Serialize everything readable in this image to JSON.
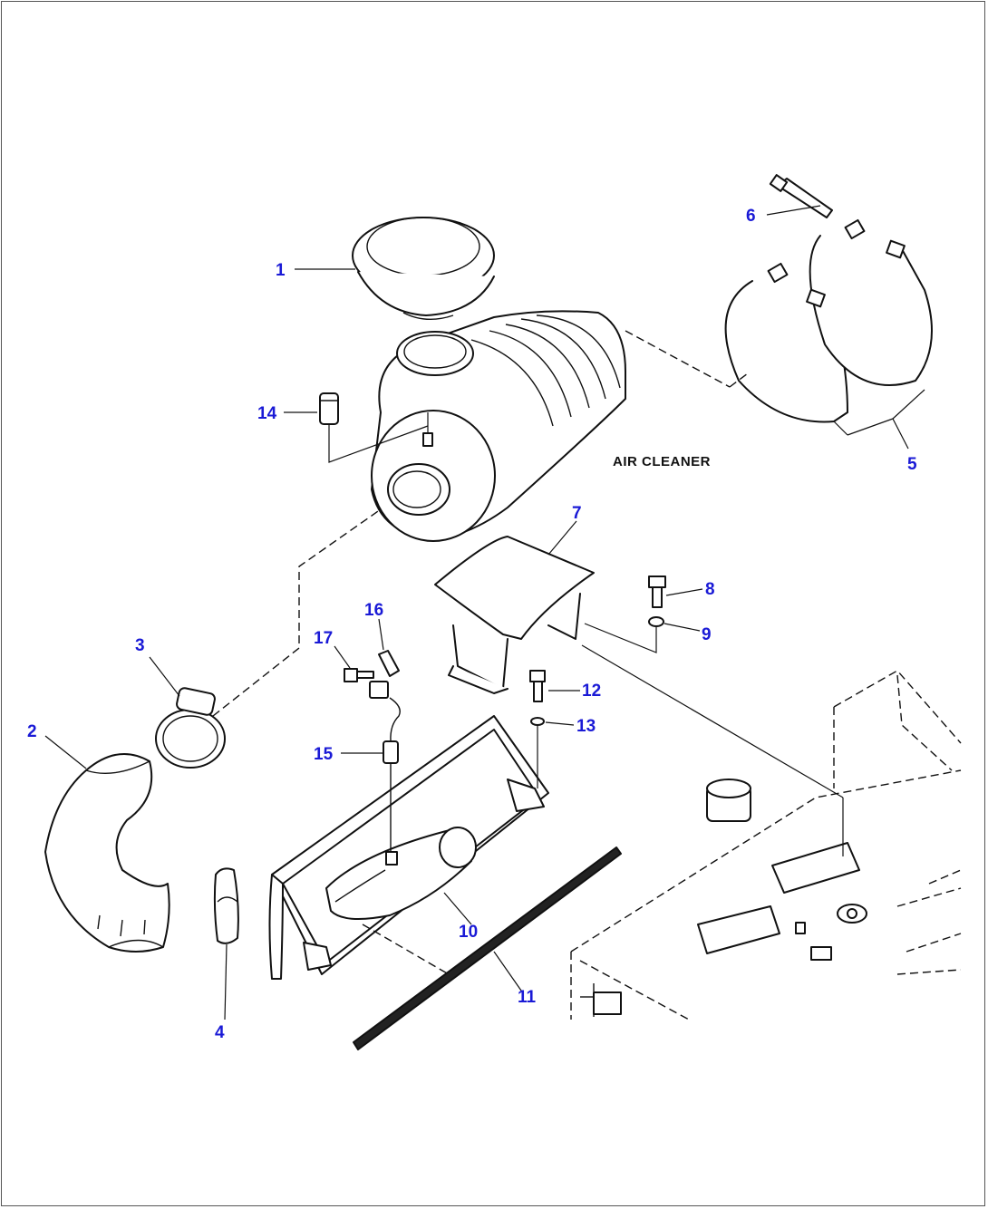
{
  "diagram": {
    "caption": "AIR CLEANER",
    "accent_color": "#1a1ad6",
    "callouts": [
      {
        "id": "1",
        "label": "1"
      },
      {
        "id": "2",
        "label": "2"
      },
      {
        "id": "3",
        "label": "3"
      },
      {
        "id": "4",
        "label": "4"
      },
      {
        "id": "5",
        "label": "5"
      },
      {
        "id": "6",
        "label": "6"
      },
      {
        "id": "7",
        "label": "7"
      },
      {
        "id": "8",
        "label": "8"
      },
      {
        "id": "9",
        "label": "9"
      },
      {
        "id": "10",
        "label": "10"
      },
      {
        "id": "11",
        "label": "11"
      },
      {
        "id": "12",
        "label": "12"
      },
      {
        "id": "13",
        "label": "13"
      },
      {
        "id": "14",
        "label": "14"
      },
      {
        "id": "15",
        "label": "15"
      },
      {
        "id": "16",
        "label": "16"
      },
      {
        "id": "17",
        "label": "17"
      }
    ]
  }
}
